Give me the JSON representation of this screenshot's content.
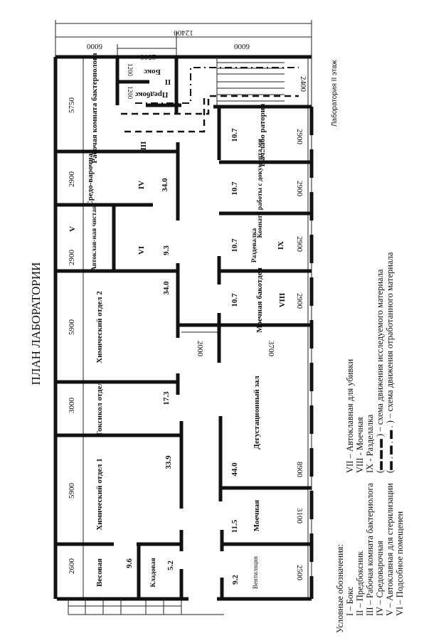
{
  "title": "ПЛАН ЛАБОРАТОРИИ",
  "floor_caption": "Лаборатория II этаж",
  "dimensions": {
    "total": "12400",
    "left_half": "6000",
    "right_half": "6000",
    "box_width": "2500",
    "box_depth_1": "1200",
    "box_depth_2": "1200",
    "stair": "2400",
    "left": [
      "5750",
      "2900",
      "2900",
      "5900",
      "3000",
      "5900",
      "2600"
    ],
    "right": [
      "2900",
      "2900",
      "2900",
      "2900",
      "8900",
      "3100",
      "2500"
    ],
    "corridor": "2000",
    "hall_depth": "3700"
  },
  "rooms": {
    "box": "Бокс",
    "prebox": "Предбокс",
    "prebox_num": "II",
    "work_room": "Рабочая комната бактериолога",
    "work_num": "III",
    "media": "Средо-варочная",
    "media_num": "IV",
    "media_area": "34.0",
    "autoclave_clean": "Автоклав-ная чистая",
    "autoclave_num": "V",
    "aux_num": "VI",
    "aux_area": "9.3",
    "chem2": "Химический отдел 2",
    "chem2_area": "34.0",
    "toxic": "Токсикол отдел",
    "toxic_area": "17.3",
    "chem1": "Химический отдел 1",
    "chem1_area": "33.9",
    "weigh": "Весовая",
    "weigh_area": "9.6",
    "store": "Кладовая",
    "store_area": "5.2",
    "head": "Нач.лабо ратории",
    "head_area": "10.7",
    "docs": "Комната работы с документа ми",
    "docs_area": "10.7",
    "changing": "Раздевалка",
    "changing_num": "IX",
    "changing_area": "10.7",
    "wash_bact": "Моечная бакотдел",
    "wash_bact_num": "VIII",
    "wash_bact_area": "10.7",
    "tasting": "Дегустационный зал",
    "tasting_area": "44.0",
    "wash": "Моечная",
    "wash_area": "11.5",
    "vent": "Вентиляция",
    "vent_area": "9.2"
  },
  "legend": {
    "heading": "Условные обозначения:",
    "col1": [
      "I – Бокс",
      "II – Предбоксник",
      "III – Рабочая комната бактериолога",
      "IV – Средоварочная",
      "V – Автоклавная для стерилизации",
      "VI – Подсобное помещенен"
    ],
    "col2": [
      "VII – Автоклавная для убивки",
      "VIII - Моечная",
      "IX - Разделалка",
      "(▬ ▬ ▬ ) – схема движения исследуемого материала",
      "(▬ . ▬ . ▬ . ) – схема движения отработанного материала"
    ]
  }
}
